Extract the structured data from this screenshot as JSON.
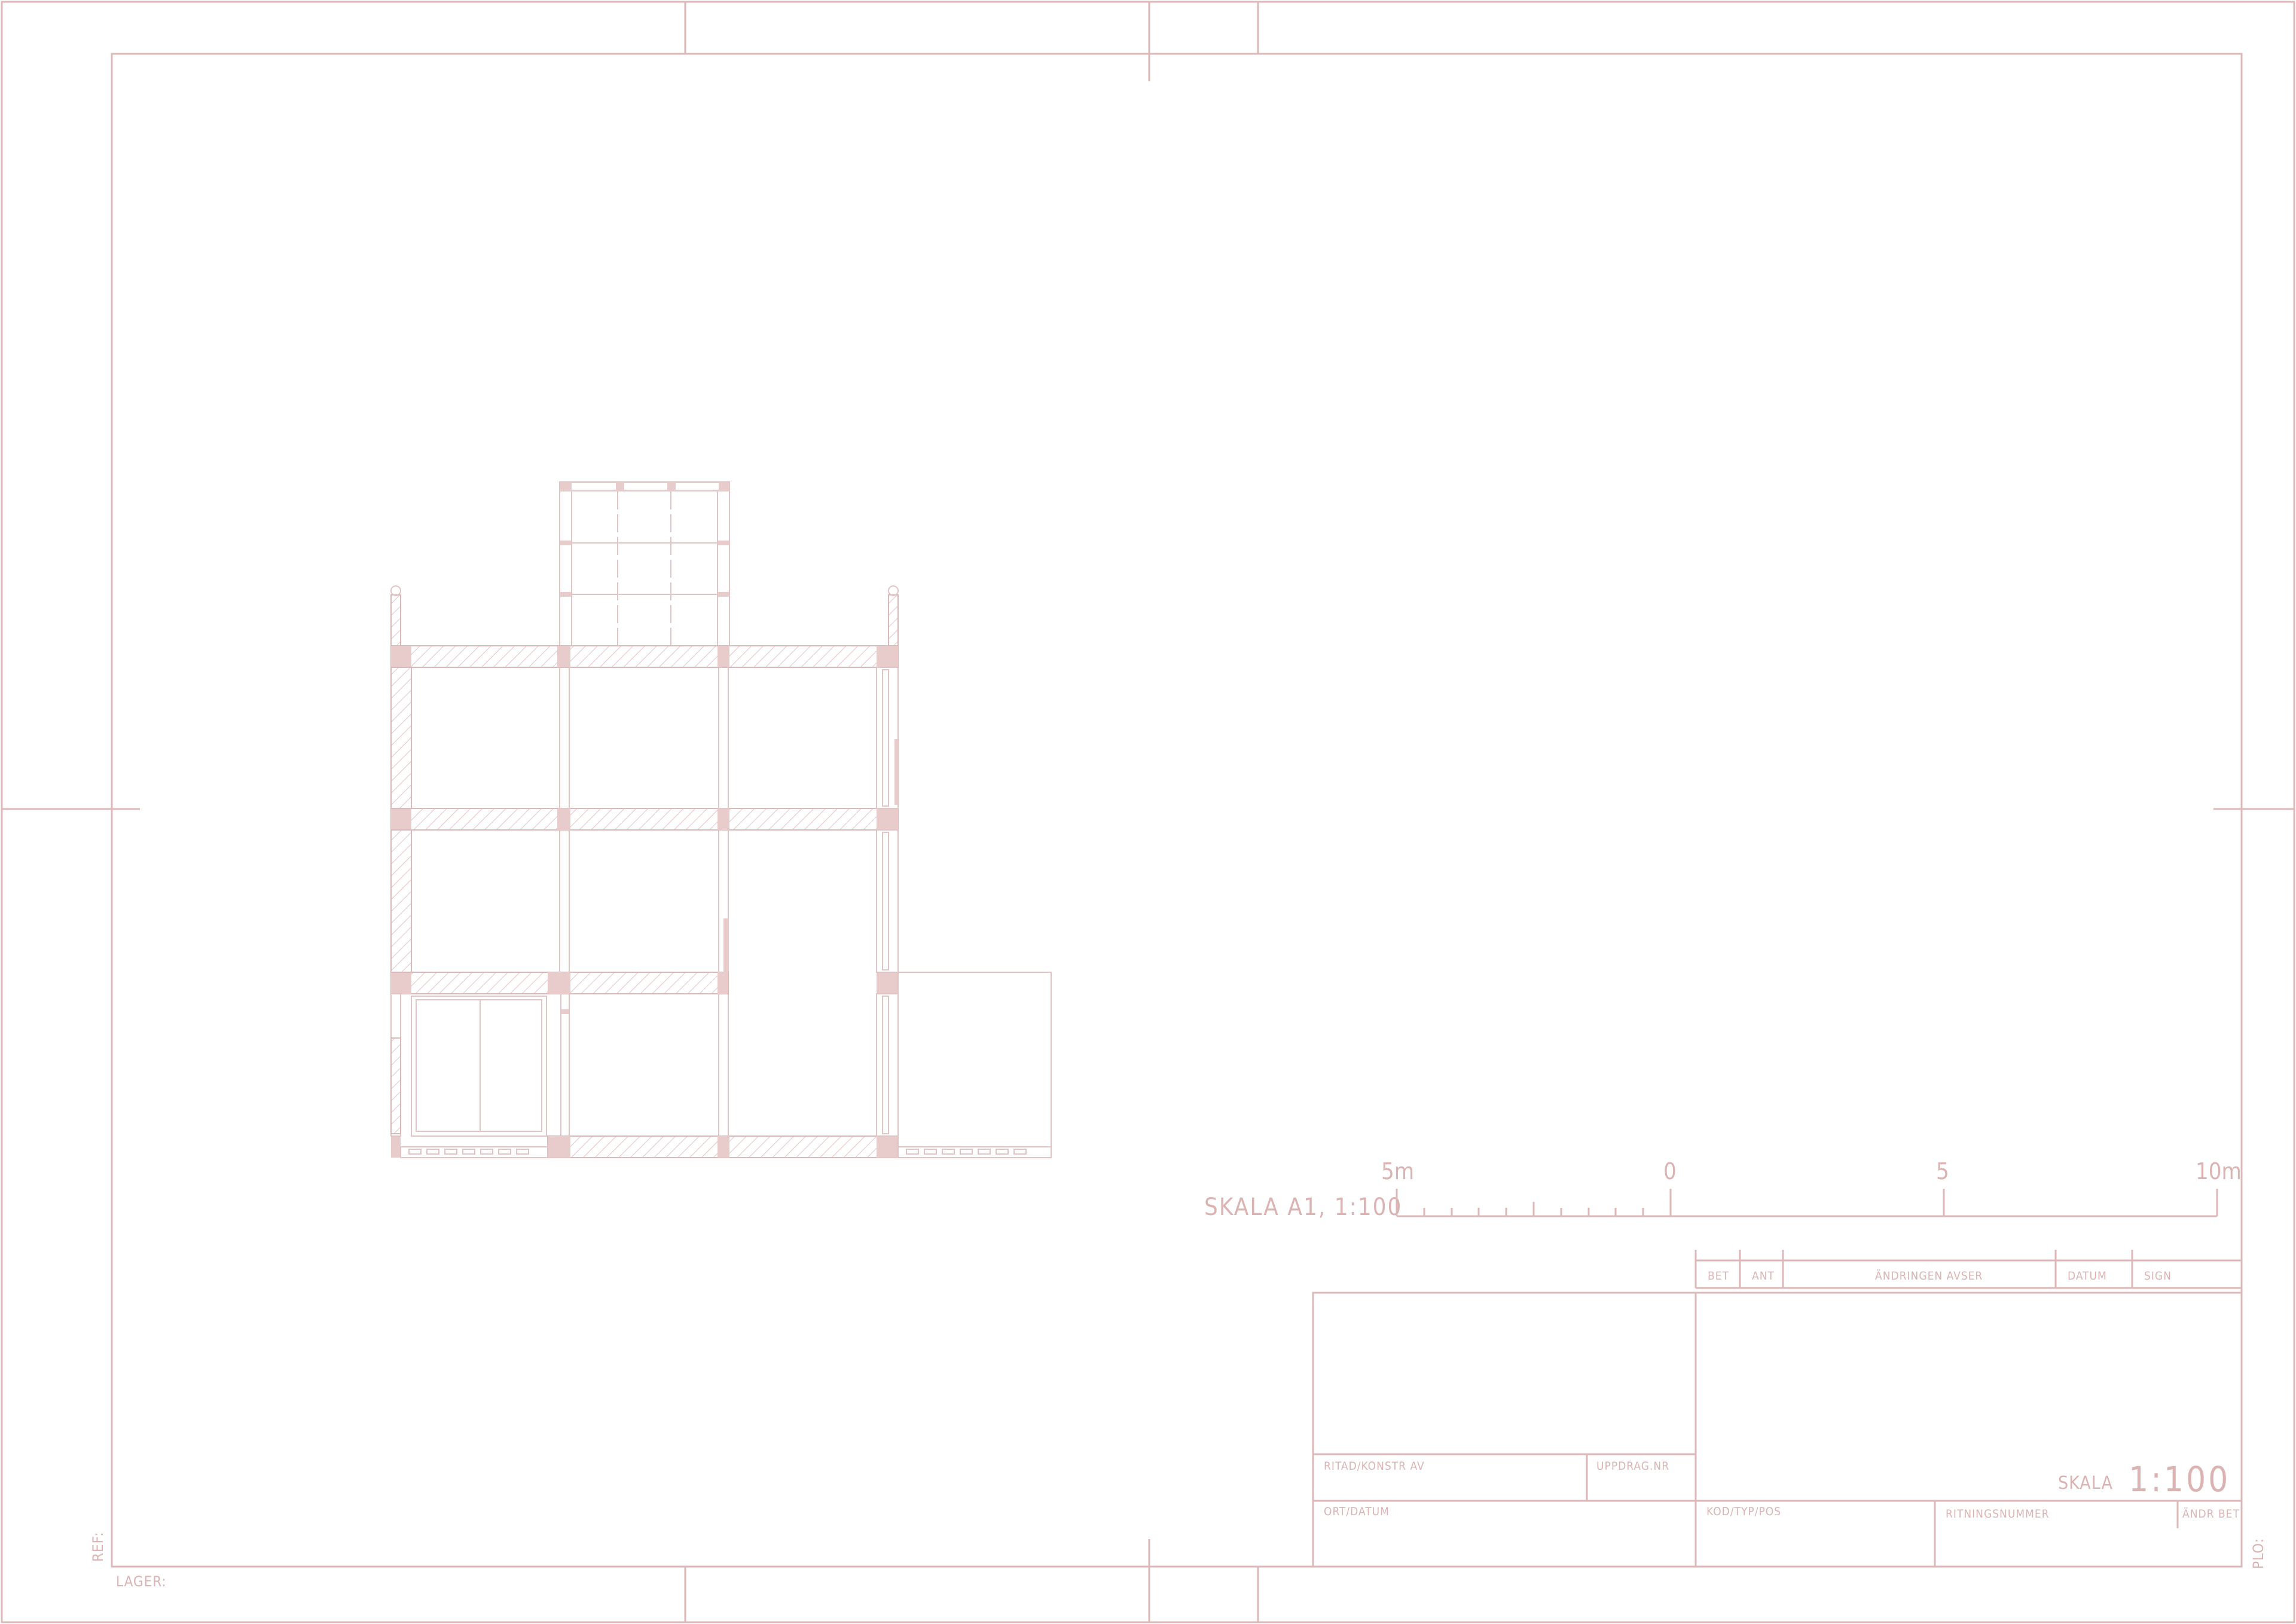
{
  "colors": {
    "line": "#ddb8b8",
    "hatch": "#e3c3c3",
    "solid": "#e8cccc",
    "text": "#dcb3b3",
    "paper": "#ffffff"
  },
  "margins": {
    "ref": "REF:",
    "lager": "LAGER:",
    "plo": "PLO:"
  },
  "scale_bar": {
    "label": "SKALA A1, 1:100",
    "ticks": {
      "minus5": "5m",
      "zero": "0",
      "five": "5",
      "ten": "10m"
    }
  },
  "revision_table": {
    "bet": "BET",
    "ant": "ANT",
    "andringen_avser": "ÄNDRINGEN AVSER",
    "datum": "DATUM",
    "sign": "SIGN"
  },
  "title_block": {
    "ritad_konstr_av": "RITAD/KONSTR AV",
    "uppdrag_nr": "UPPDRAG.NR",
    "ort_datum": "ORT/DATUM",
    "kod_typ_pos": "KOD/TYP/POS",
    "ritningsnummer": "RITNINGSNUMMER",
    "andr_bet": "ÄNDR BET",
    "skala_label": "SKALA",
    "skala_value": "1:100"
  },
  "drawing": {
    "type": "building-section-elevation"
  }
}
